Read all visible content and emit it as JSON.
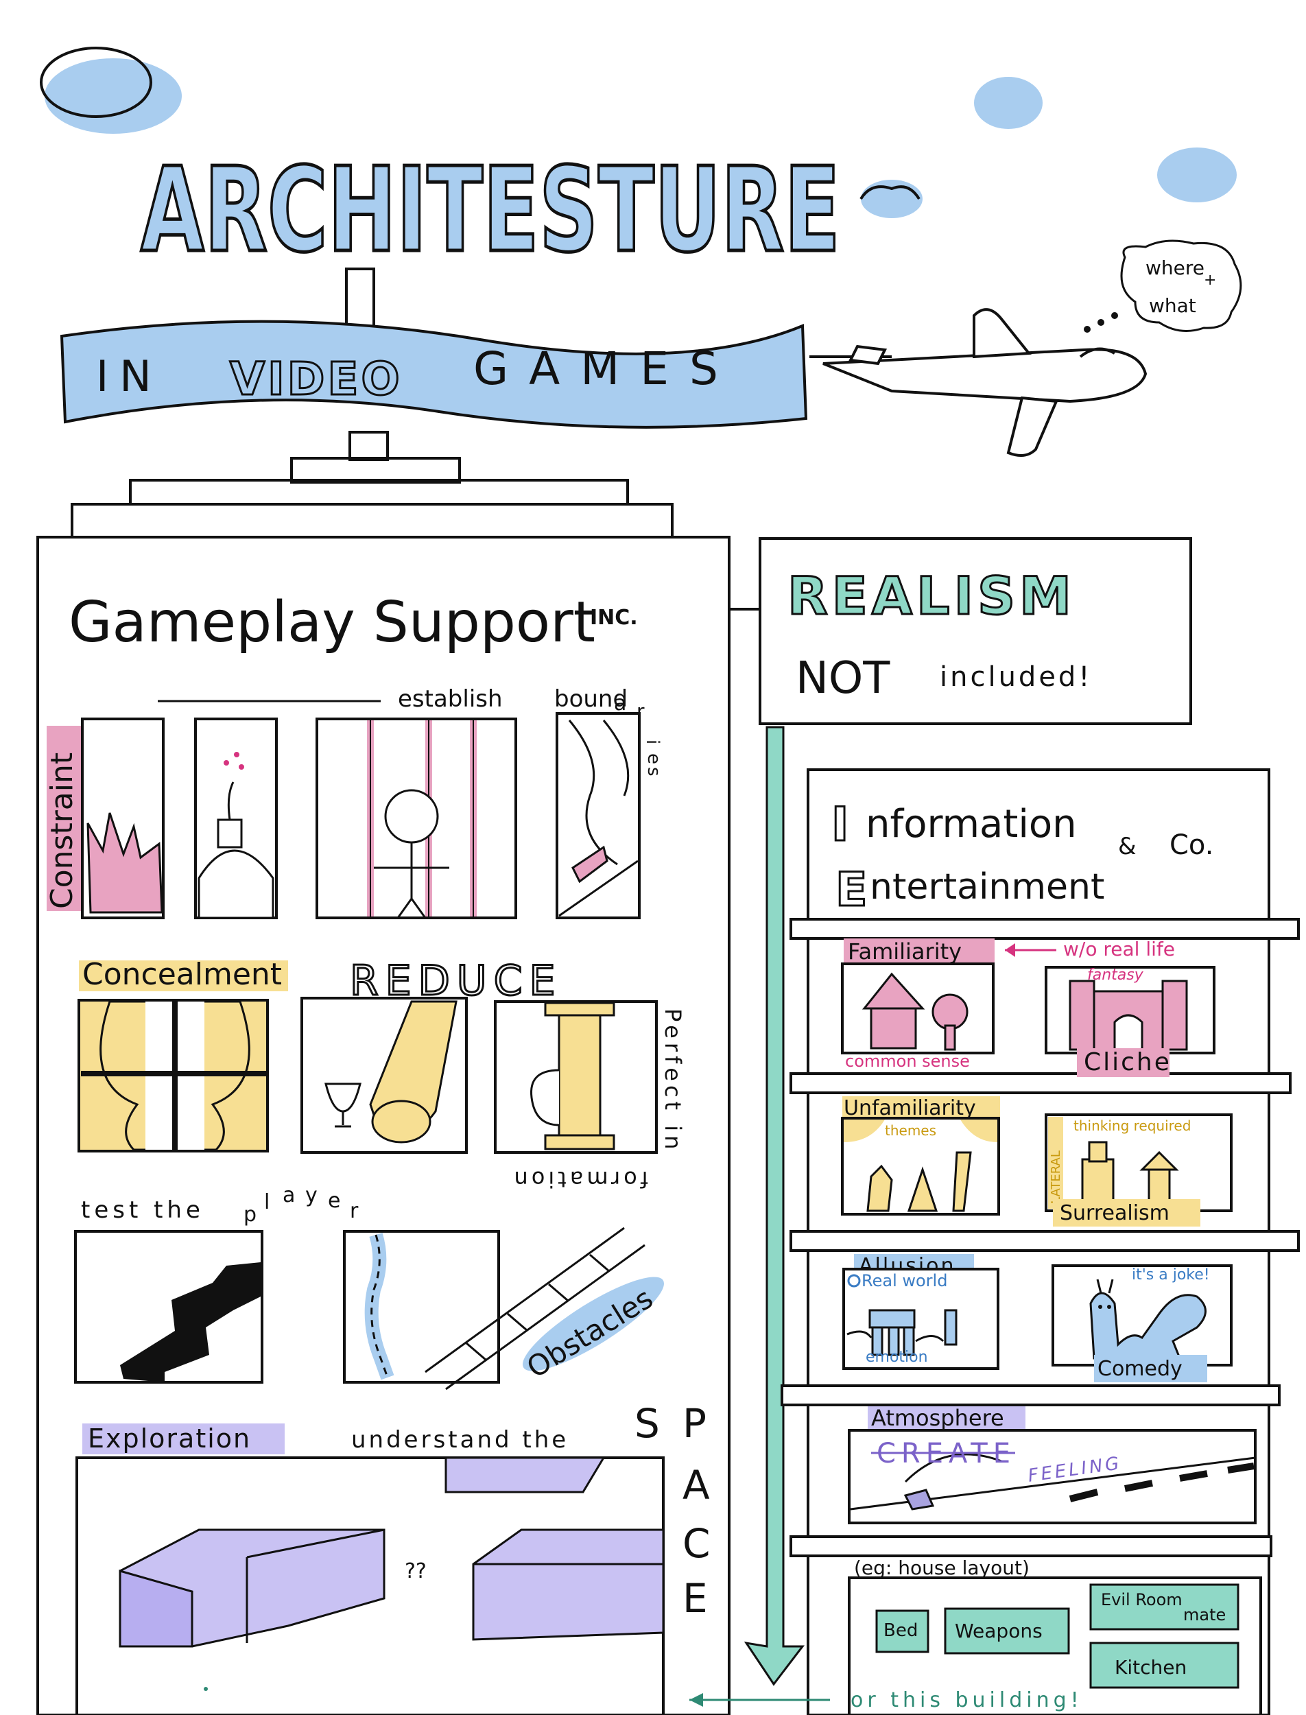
{
  "title": {
    "main": "ARCHITESTURE",
    "banner_prefix": "IN",
    "banner_video": "VIDEO",
    "banner_games": "GAMES",
    "plane_thought_line1": "where",
    "plane_thought_plus": "+",
    "plane_thought_line2": "what"
  },
  "left_building": {
    "header": "Gameplay Support",
    "header_suffix": "INC.",
    "constraint": {
      "label": "Constraint",
      "establish": "establish",
      "boundaries_start": "bound",
      "boundaries_a": "a",
      "boundaries_r": "r",
      "boundaries_i": "i",
      "boundaries_e": "e",
      "boundaries_s": "s"
    },
    "concealment": {
      "label": "Concealment",
      "reduce": "REDUCE",
      "perfect_info_vertical": "Perfect in",
      "formation_upside_down": "formation"
    },
    "obstacles": {
      "test_the": "test the",
      "player_p": "p",
      "player_l": "l",
      "player_a": "a",
      "player_y": "y",
      "player_e": "e",
      "player_r": "r",
      "label": "Obstacles"
    },
    "exploration": {
      "label": "Exploration",
      "understand": "understand the",
      "space_s": "S",
      "space_p": "P",
      "space_a": "A",
      "space_c": "C",
      "space_e": "E",
      "question": "??"
    }
  },
  "right_building": {
    "realism_sign": "REALISM",
    "not": "NOT",
    "included": "included!",
    "info_line1_initial": "I",
    "info_line1_rest": "nformation",
    "info_line2_initial": "E",
    "info_line2_rest": "ntertainment",
    "and_co_amp": "&",
    "and_co": "Co.",
    "floors": {
      "familiarity": "Familiarity",
      "real_life": "w/o real life",
      "common_sense": "common sense",
      "fantasy": "fantasy",
      "cliche": "Cliche",
      "unfamiliarity": "Unfamiliarity",
      "themes": "themes",
      "thinking_required": "thinking required",
      "lateral": "LATERAL",
      "surrealism": "Surrealism",
      "allusion": "Allusion",
      "real_world": "Real world",
      "emotion": "emotion",
      "its_a_joke": "it's a joke!",
      "comedy": "Comedy",
      "atmosphere": "Atmosphere",
      "create": "CREATE",
      "feeling": "FEELING",
      "house_layout": "(eg: house layout)",
      "bed": "Bed",
      "weapons": "Weapons",
      "evil_room": "Evil Room",
      "mate": "mate",
      "kitchen": "Kitchen"
    },
    "footer": "or this building!"
  },
  "colors": {
    "sky_blue": "#a9cdef",
    "pink": "#e8a3c1",
    "yellow": "#f7df93",
    "purple": "#c9c2f3",
    "teal": "#8fd8c6",
    "magenta": "#d6337f",
    "ink": "#111111"
  }
}
